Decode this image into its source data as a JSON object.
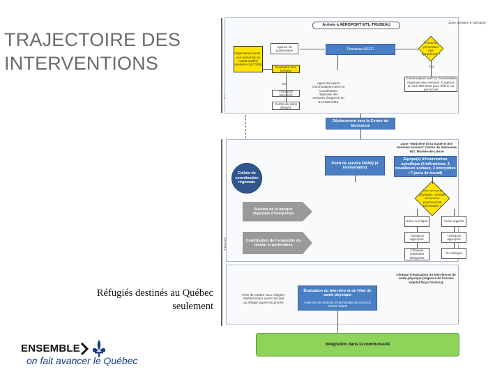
{
  "slide": {
    "title_line1": "TRAJECTOIRE DES",
    "title_line2": "INTERVENTIONS",
    "caption_line1": "Réfugiés destinés au Québec",
    "caption_line2": "seulement",
    "logo_main": "ENSEMBLE",
    "logo_sub": "on fait avancer le Québec"
  },
  "diagram": {
    "top": {
      "arrival": "Arrivée à AÉROPORT MTL-TRUDEAU",
      "zone": "Zone sanitaire à l'aéroport",
      "agency": "Agence de quarantaine",
      "asfc": "Douanes ASFC",
      "org_left": "Organismes santé : une personne en responsabilité sanitaire (24/7/365)",
      "triage": "Évaluation des besoins",
      "oui": "Oui",
      "transport": "Transport approprié",
      "centre": "Centre de soins désigné",
      "info": "Agent de liaison communiquent avec la Coordination régionale des mesures d'urgence au 514-399-0440",
      "diamond": "Personne présentant des symptômes ?",
      "oui2": "Oui",
      "right_note": "Communiquer avec la Coordination régionale des mesures d'urgence au 514-399-0440 pour référer au personnel",
      "hours": "3 heures"
    },
    "bridge": {
      "label": "Déplacement vers le Centre de bienvenue"
    },
    "middle": {
      "zone": "Zone \"Ministère de la Santé et des Services sociaux\" Centre de bienvenue 657, Montée-de-Liesse",
      "ramq": "Point de service RAMQ (4 intervenants)",
      "team": "Équipe(s) d'intervention spécifique (4 infirmières, 4 travailleurs sociaux, 2 interprètes / 7 jours de travail)",
      "coord": "Cellule de coordination régionale",
      "arrow1": "Soutien de la banque régionale d'interprètes",
      "arrow2": "Contribution de l'ensemble du réseau et partenaires",
      "diamond": "Suivi de santé physique, mentale ou service psychosocial nécessaire ?",
      "b1": "Soins à la ligne",
      "b2": "Soins urgents",
      "b3": "Transport approprié",
      "b4": "Transport approprié",
      "b5": "Cliniques médicales désignées",
      "b6": "CH désigné",
      "hours": "3 heures"
    },
    "bottom": {
      "clinic": "Clinique d'évaluation du bien-être et de santé physique (Urgence de l'ancien Hôpital Royal Victoria)",
      "left_note": "Prise de rendez-vous réfugiés-établissement avant l'accueil du réfugié auprès du proche",
      "eval": "Évaluation du bien-être et de l'état de santé physique",
      "eval_note": "Axée sur les besoins d'intervention du CIUSSS Centre-Ouest"
    },
    "green": {
      "label": "Intégration dans la communauté"
    }
  },
  "colors": {
    "blue": "#4a7fc4",
    "yellow": "#ffe400",
    "green": "#8fd45a",
    "arrow_gray": "#9a9a9a",
    "title_gray": "#6b6b6b",
    "logo_blue": "#173a8a"
  }
}
